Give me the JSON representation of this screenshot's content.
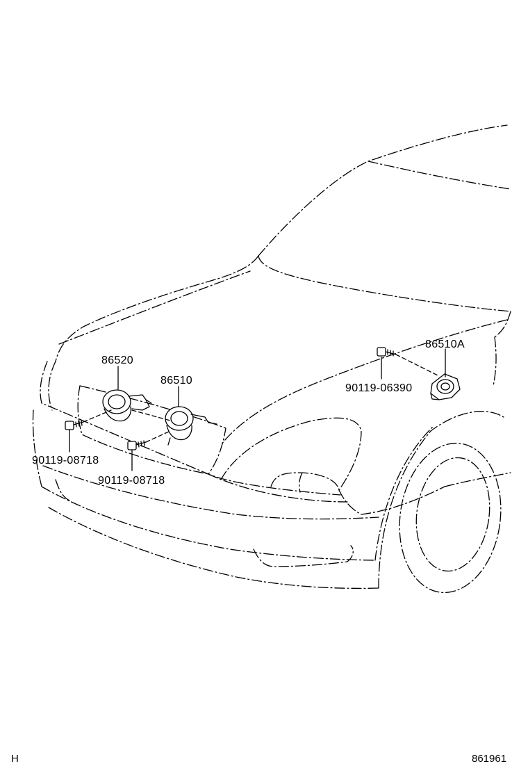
{
  "labels": {
    "p86520": "86520",
    "p86510": "86510",
    "p86510a": "86510A",
    "b06390": "90119-06390",
    "b08718_left": "90119-08718",
    "b08718_center": "90119-08718"
  },
  "footer": {
    "left_code": "H",
    "right_code": "861961"
  }
}
